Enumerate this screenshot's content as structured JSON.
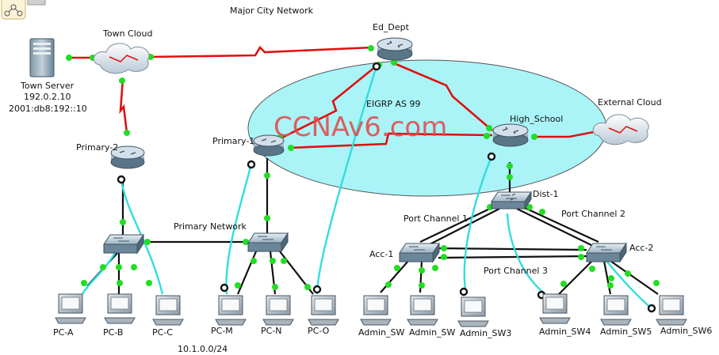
{
  "diagram": {
    "title": "Major City Network",
    "watermark": "CCNAv6.com",
    "nodes": {
      "town_server": {
        "label": "Town Server",
        "ipv4": "192.0.2.10",
        "ipv6": "2001:db8:192::10"
      },
      "town_cloud": {
        "label": "Town Cloud"
      },
      "ed_dept": {
        "label": "Ed_Dept"
      },
      "high_school": {
        "label": "High_School"
      },
      "external_cloud": {
        "label": "External Cloud"
      },
      "primary_1": {
        "label": "Primary-1"
      },
      "primary_2": {
        "label": "Primary-2"
      },
      "dist_1": {
        "label": "Dist-1"
      },
      "acc_1": {
        "label": "Acc-1"
      },
      "acc_2": {
        "label": "Acc-2"
      },
      "pc_a": {
        "label": "PC-A"
      },
      "pc_b": {
        "label": "PC-B"
      },
      "pc_c": {
        "label": "PC-C"
      },
      "pc_m": {
        "label": "PC-M"
      },
      "pc_n": {
        "label": "PC-N"
      },
      "pc_o": {
        "label": "PC-O"
      },
      "admin_sw1": {
        "label": "Admin_SW"
      },
      "admin_sw2": {
        "label": "Admin_SW"
      },
      "admin_sw3": {
        "label": "Admin_SW3"
      },
      "admin_sw4": {
        "label": "Admin_SW4"
      },
      "admin_sw5": {
        "label": "Admin_SW5"
      },
      "admin_sw6": {
        "label": "Admin_SW6"
      }
    },
    "areas": {
      "eigrp": "EIGRP AS 99",
      "primary_network": "Primary Network",
      "subnet": "10.1.0.0/24"
    },
    "port_channels": {
      "pc1": "Port Channel 1",
      "pc2": "Port Channel 2",
      "pc3": "Port Channel 3"
    },
    "colors": {
      "wan_link": "#e01010",
      "lan_link": "#111111",
      "console_link": "#33dddd",
      "link_up": "#22dd22",
      "eigrp_area": "#aaf4f8"
    }
  }
}
